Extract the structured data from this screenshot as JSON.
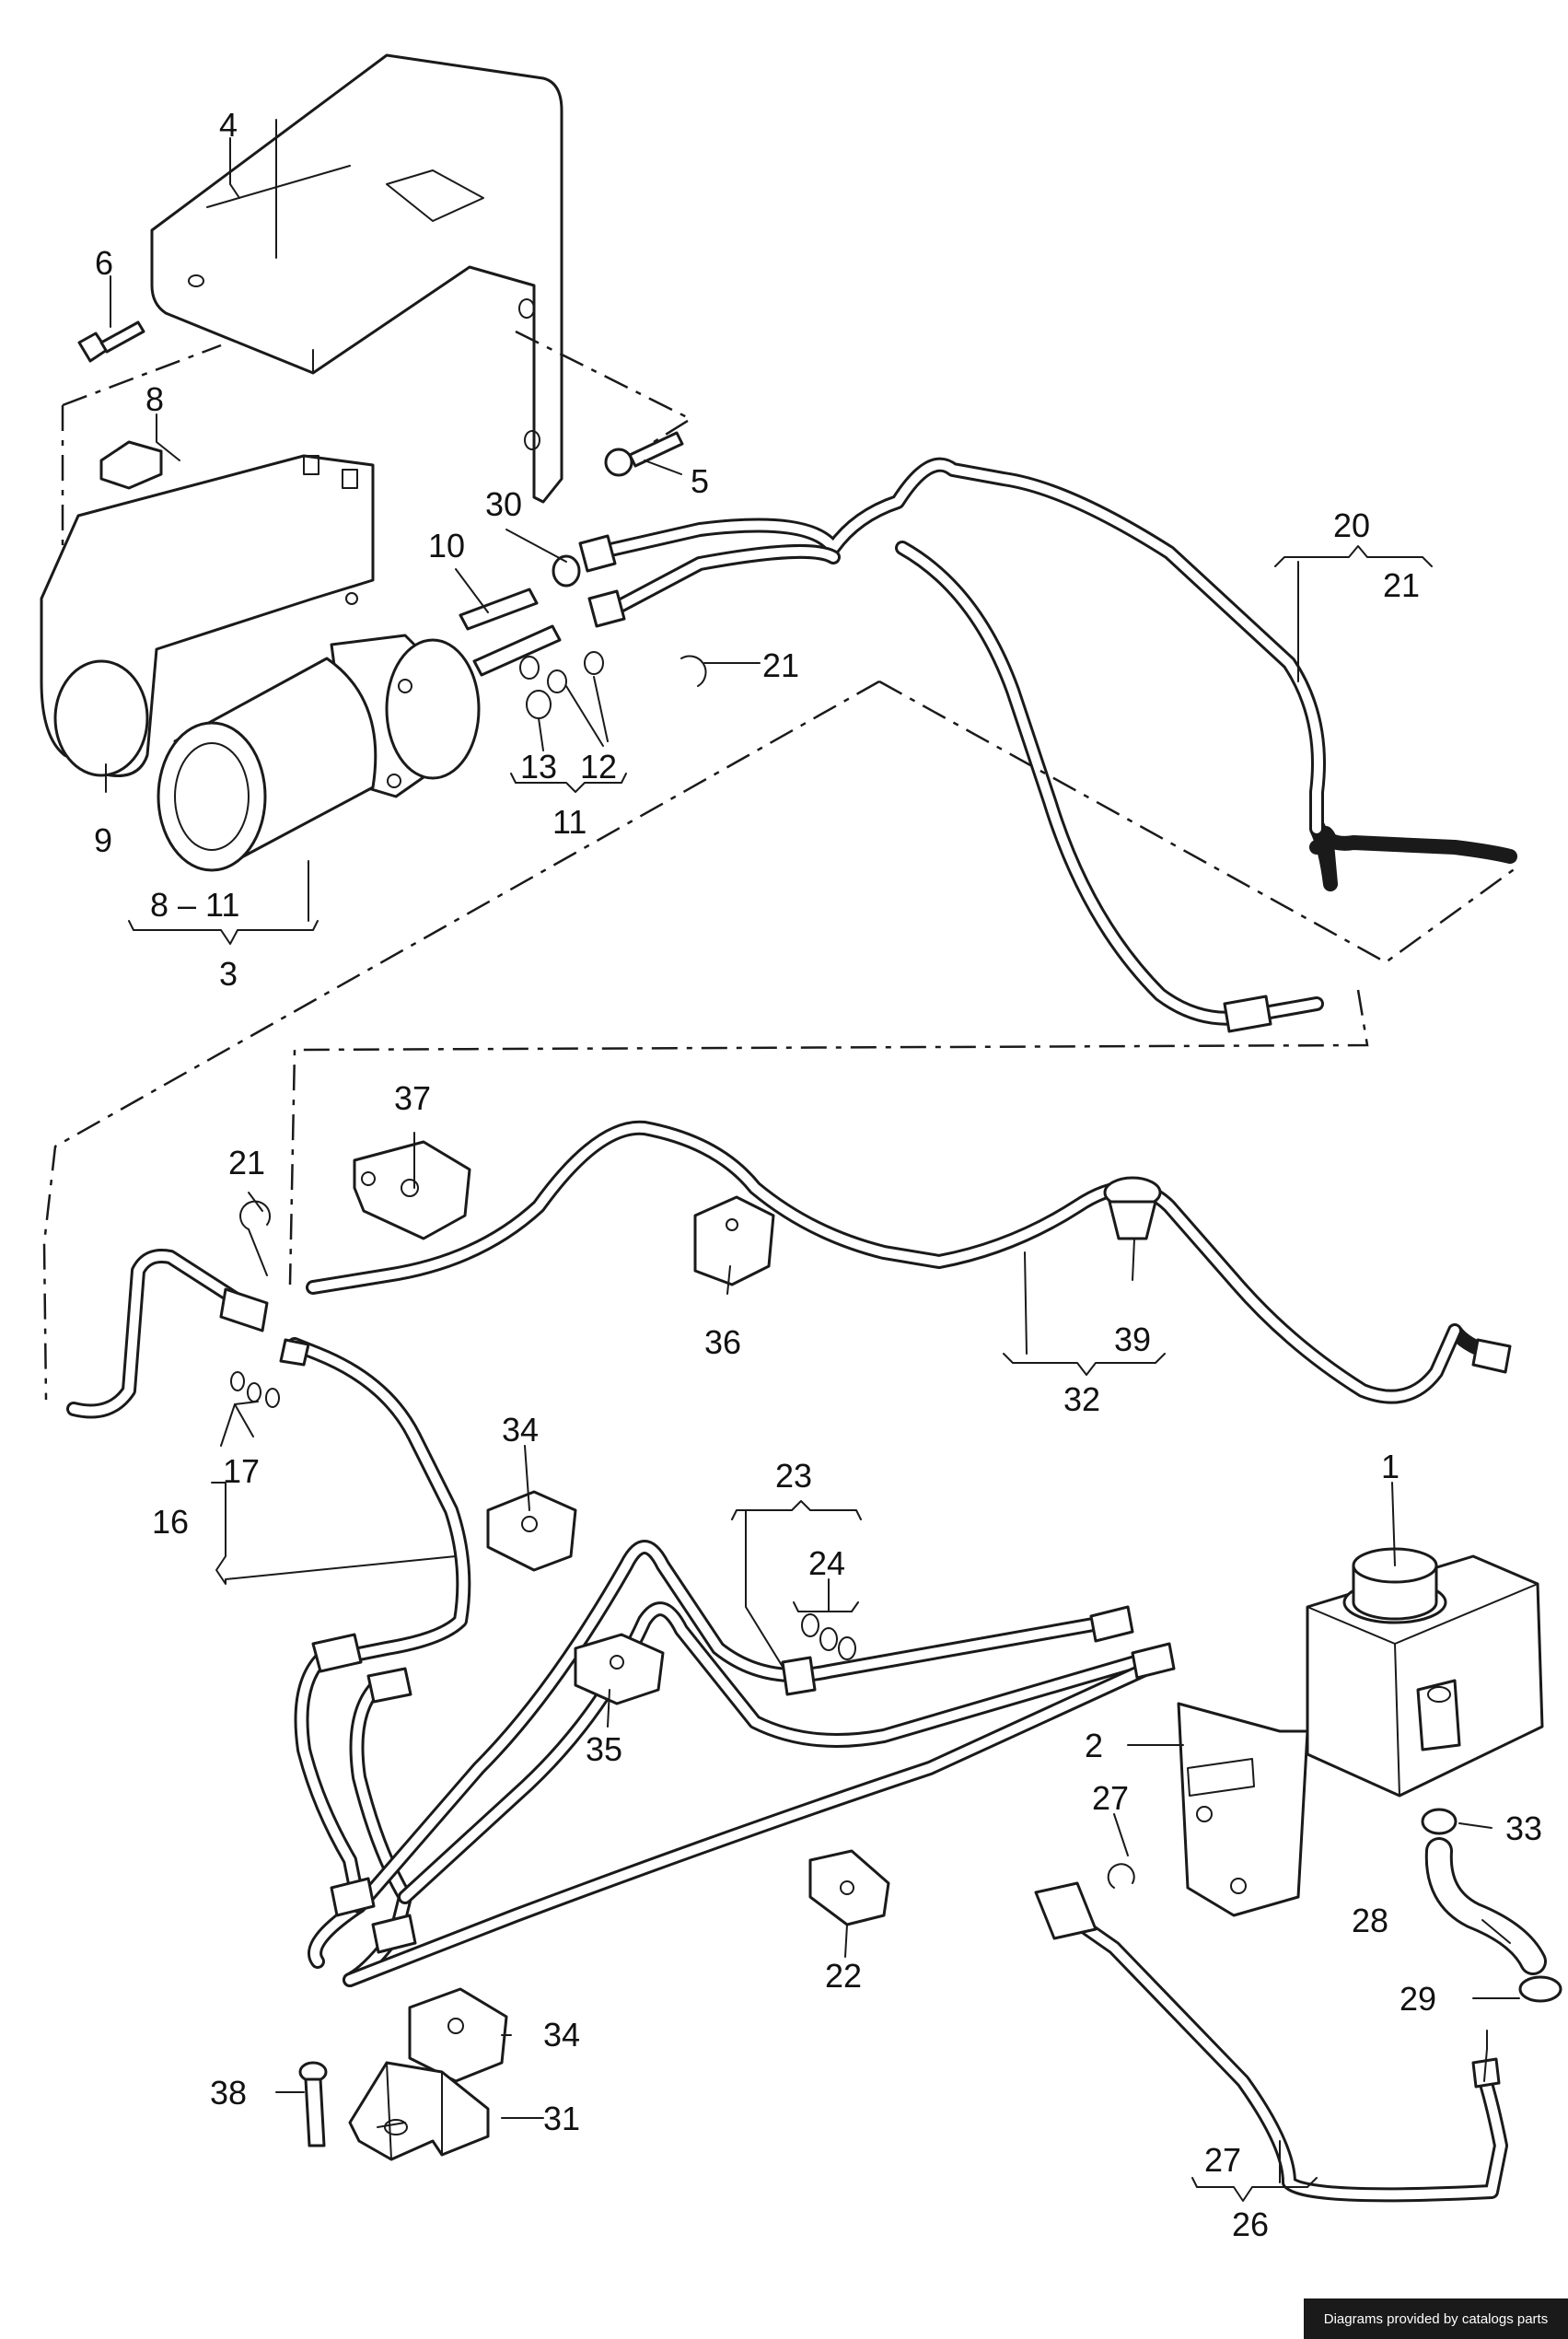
{
  "diagram": {
    "callouts": [
      {
        "id": "c1",
        "text": "1"
      },
      {
        "id": "c2",
        "text": "2"
      },
      {
        "id": "c3",
        "text": "3"
      },
      {
        "id": "c4",
        "text": "4"
      },
      {
        "id": "c5",
        "text": "5"
      },
      {
        "id": "c6",
        "text": "6"
      },
      {
        "id": "c8",
        "text": "8"
      },
      {
        "id": "c8_11",
        "text": "8 – 11"
      },
      {
        "id": "c9",
        "text": "9"
      },
      {
        "id": "c10",
        "text": "10"
      },
      {
        "id": "c11",
        "text": "11"
      },
      {
        "id": "c12",
        "text": "12"
      },
      {
        "id": "c13",
        "text": "13"
      },
      {
        "id": "c16",
        "text": "16"
      },
      {
        "id": "c17",
        "text": "17"
      },
      {
        "id": "c20",
        "text": "20"
      },
      {
        "id": "c21a",
        "text": "21"
      },
      {
        "id": "c21b",
        "text": "21"
      },
      {
        "id": "c21c",
        "text": "21"
      },
      {
        "id": "c22",
        "text": "22"
      },
      {
        "id": "c23",
        "text": "23"
      },
      {
        "id": "c24",
        "text": "24"
      },
      {
        "id": "c26",
        "text": "26"
      },
      {
        "id": "c27a",
        "text": "27"
      },
      {
        "id": "c27b",
        "text": "27"
      },
      {
        "id": "c28",
        "text": "28"
      },
      {
        "id": "c29",
        "text": "29"
      },
      {
        "id": "c30",
        "text": "30"
      },
      {
        "id": "c31",
        "text": "31"
      },
      {
        "id": "c32",
        "text": "32"
      },
      {
        "id": "c33",
        "text": "33"
      },
      {
        "id": "c34a",
        "text": "34"
      },
      {
        "id": "c34b",
        "text": "34"
      },
      {
        "id": "c35",
        "text": "35"
      },
      {
        "id": "c36",
        "text": "36"
      },
      {
        "id": "c37",
        "text": "37"
      },
      {
        "id": "c38",
        "text": "38"
      },
      {
        "id": "c39",
        "text": "39"
      }
    ]
  },
  "credit": "Diagrams provided by catalogs parts"
}
